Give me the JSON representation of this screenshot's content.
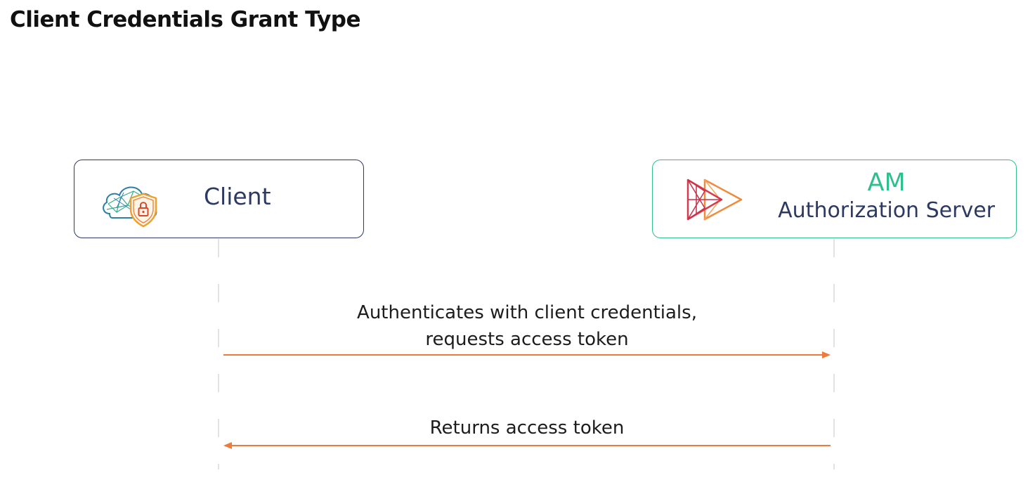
{
  "title": "Client Credentials Grant Type",
  "participants": {
    "client": {
      "label": "Client",
      "icon": "cloud-shield-lock-icon",
      "border_color": "#2c3a63"
    },
    "server": {
      "abbr": "AM",
      "label": "Authorization Server",
      "icon": "chevron-triangles-logo-icon",
      "border_color": "#2fbf8f"
    }
  },
  "messages": [
    {
      "line1": "Authenticates with client credentials,",
      "line2": "requests access token",
      "direction": "client-to-server"
    },
    {
      "line1": "Returns access token",
      "direction": "server-to-client"
    }
  ],
  "colors": {
    "arrow": "#f07a3c",
    "lifeline": "#d8d8d8",
    "accent_green": "#2fbf8f",
    "navy": "#2c3a63"
  }
}
